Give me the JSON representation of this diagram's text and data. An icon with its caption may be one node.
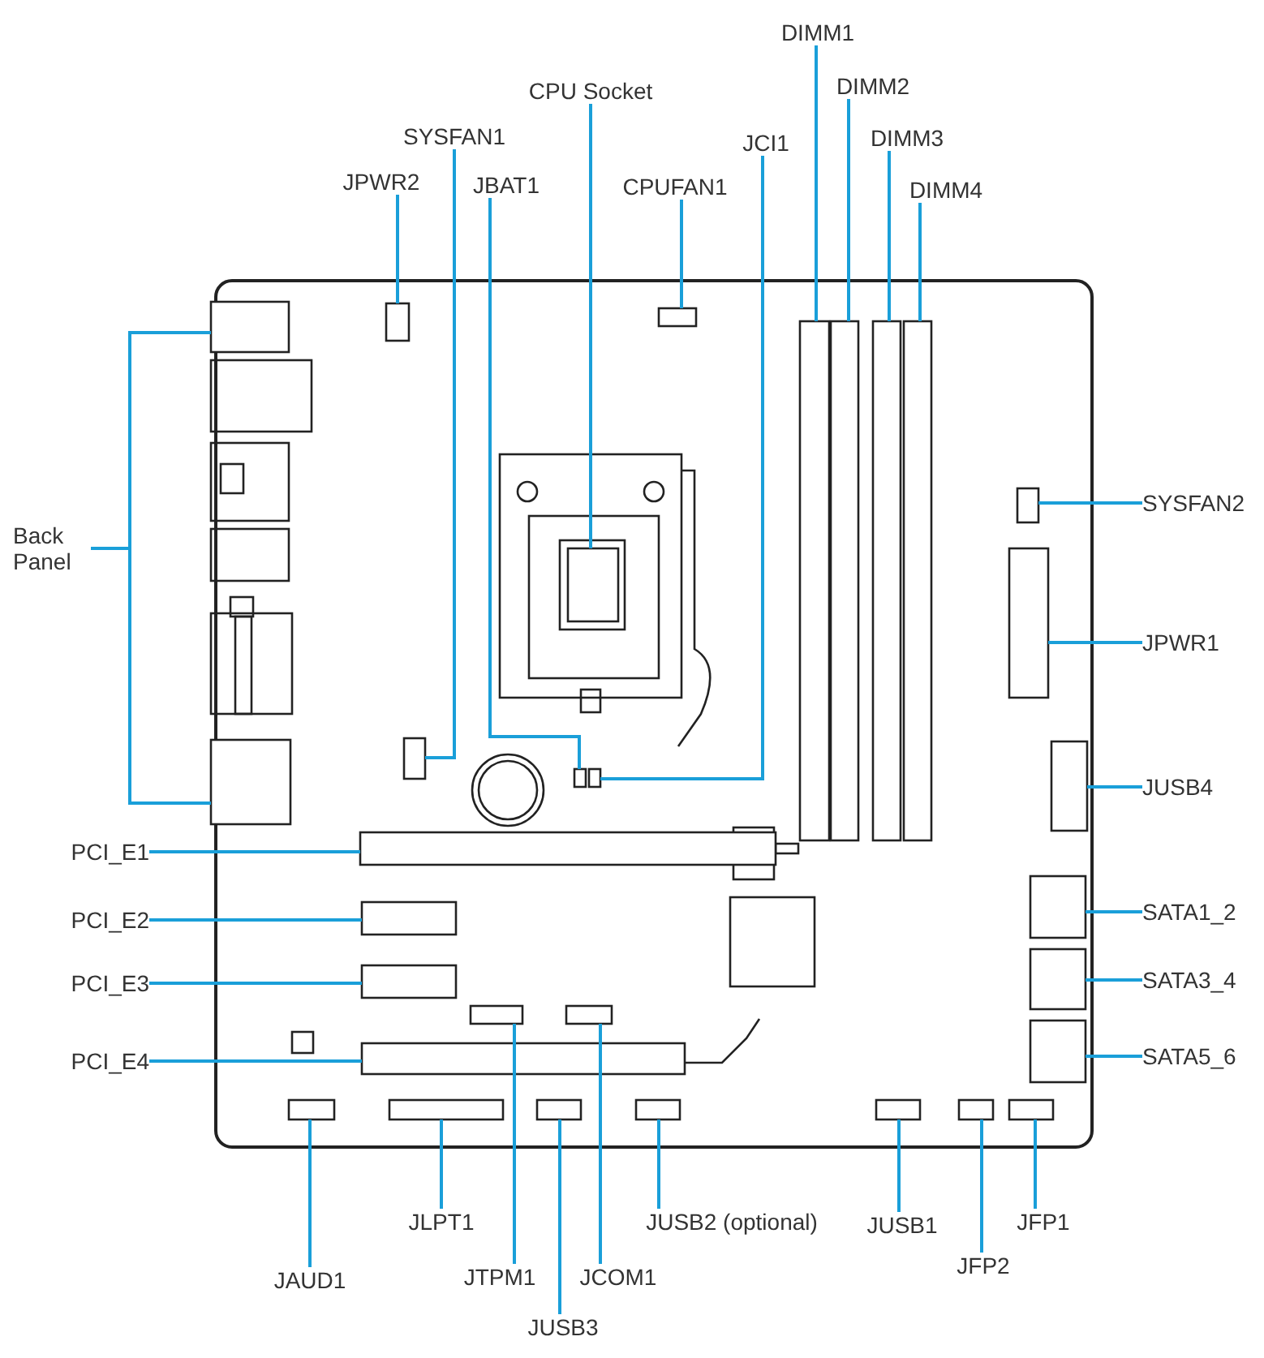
{
  "diagram": {
    "nodes": [
      {
        "text": [
          "DIMM1"
        ]
      },
      {
        "text": [
          "CPU Socket"
        ]
      },
      {
        "text": [
          "DIMM2"
        ]
      },
      {
        "text": [
          "SYSFAN1"
        ]
      },
      {
        "text": [
          "JCI1"
        ]
      },
      {
        "text": [
          "DIMM3"
        ]
      },
      {
        "text": [
          "JPWR2"
        ]
      },
      {
        "text": [
          "JBAT1"
        ]
      },
      {
        "text": [
          "CPUFAN1"
        ]
      },
      {
        "text": [
          "DIMM4"
        ]
      },
      {
        "text": [
          "SYSFAN2"
        ]
      },
      {
        "text": [
          "Back Panel"
        ]
      },
      {
        "text": [
          "JPWR1"
        ]
      },
      {
        "text": [
          "JUSB4"
        ]
      },
      {
        "text": [
          "PCI_E1"
        ]
      },
      {
        "text": [
          "SATA1_2"
        ]
      },
      {
        "text": [
          "PCI_E2"
        ]
      },
      {
        "text": [
          "SATA3_4"
        ]
      },
      {
        "text": [
          "PCI_E3"
        ]
      },
      {
        "text": [
          "PCI_E4"
        ]
      },
      {
        "text": [
          "SATA5_6"
        ]
      },
      {
        "text": [
          "JLPT1"
        ]
      },
      {
        "text": [
          "JUSB2 (optional)"
        ]
      },
      {
        "text": [
          "JUSB1"
        ]
      },
      {
        "text": [
          "JFP1"
        ]
      },
      {
        "text": [
          "JFP2"
        ]
      },
      {
        "text": [
          "JTPM1"
        ]
      },
      {
        "text": [
          "JCOM1"
        ]
      },
      {
        "text": [
          "JAUD1"
        ]
      },
      {
        "text": [
          "JUSB3"
        ]
      },
      {
        "text": [],
        "shape": "box"
      },
      {
        "text": [],
        "shape": "box"
      },
      {
        "text": [],
        "shape": "box"
      },
      {
        "text": [],
        "shape": "box"
      },
      {
        "text": [],
        "shape": "box"
      },
      {
        "text": [],
        "shape": "box"
      },
      {
        "text": [],
        "shape": "box"
      },
      {
        "text": [],
        "shape": "box"
      },
      {
        "text": [],
        "shape": "box"
      },
      {
        "text": [],
        "shape": "box"
      },
      {
        "text": [],
        "shape": "box"
      },
      {
        "text": [],
        "shape": "box"
      },
      {
        "text": [],
        "shape": "box"
      },
      {
        "text": [],
        "shape": "box"
      },
      {
        "text": [],
        "shape": "box"
      },
      {
        "text": [],
        "shape": "box"
      },
      {
        "text": [],
        "shape": "box"
      },
      {
        "text": [],
        "shape": "box"
      },
      {
        "text": [],
        "shape": "box"
      },
      {
        "text": [],
        "shape": "box"
      },
      {
        "text": [],
        "shape": "box"
      },
      {
        "text": [],
        "shape": "box"
      },
      {
        "text": [],
        "shape": "box"
      },
      {
        "text": [],
        "shape": "box"
      },
      {
        "text": [],
        "shape": "box"
      },
      {
        "text": [],
        "shape": "box"
      },
      {
        "text": [],
        "shape": "box"
      },
      {
        "text": [],
        "shape": "box"
      },
      {
        "text": [],
        "shape": "box"
      },
      {
        "text": [],
        "shape": "box"
      },
      {
        "text": [],
        "shape": "box"
      }
    ],
    "edges": [
      {
        "from": 0,
        "to": 30,
        "arrow": "none"
      },
      {
        "from": 1,
        "to": 31,
        "arrow": "none"
      },
      {
        "from": 2,
        "to": 32,
        "arrow": "none"
      },
      {
        "from": 3,
        "to": 33,
        "arrow": "none"
      },
      {
        "from": 4,
        "to": 34,
        "arrow": "none"
      },
      {
        "from": 5,
        "to": 35,
        "arrow": "none"
      },
      {
        "from": 6,
        "to": 36,
        "arrow": "none"
      },
      {
        "from": 7,
        "to": 37,
        "arrow": "none"
      },
      {
        "from": 8,
        "to": 38,
        "arrow": "none"
      },
      {
        "from": 9,
        "to": 39,
        "arrow": "none"
      },
      {
        "from": 10,
        "to": 40,
        "arrow": "none"
      },
      {
        "from": 11,
        "to": 41,
        "arrow": "none"
      },
      {
        "from": 11,
        "to": 42,
        "arrow": "none"
      },
      {
        "from": 12,
        "to": 43,
        "arrow": "none"
      },
      {
        "from": 13,
        "to": 44,
        "arrow": "none"
      },
      {
        "from": 14,
        "to": 45,
        "arrow": "none"
      },
      {
        "from": 15,
        "to": 46,
        "arrow": "none"
      },
      {
        "from": 16,
        "to": 47,
        "arrow": "none"
      },
      {
        "from": 17,
        "to": 48,
        "arrow": "none"
      },
      {
        "from": 18,
        "to": 49,
        "arrow": "none"
      },
      {
        "from": 19,
        "to": 50,
        "arrow": "none"
      },
      {
        "from": 20,
        "to": 51,
        "arrow": "none"
      },
      {
        "from": 21,
        "to": 52,
        "arrow": "none"
      },
      {
        "from": 22,
        "to": 53,
        "arrow": "none"
      },
      {
        "from": 23,
        "to": 54,
        "arrow": "none"
      },
      {
        "from": 24,
        "to": 55,
        "arrow": "none"
      },
      {
        "from": 25,
        "to": 56,
        "arrow": "none"
      },
      {
        "from": 26,
        "to": 57,
        "arrow": "none"
      },
      {
        "from": 27,
        "to": 58,
        "arrow": "none"
      },
      {
        "from": 28,
        "to": 59,
        "arrow": "none"
      },
      {
        "from": 29,
        "to": 60,
        "arrow": "none"
      }
    ]
  }
}
